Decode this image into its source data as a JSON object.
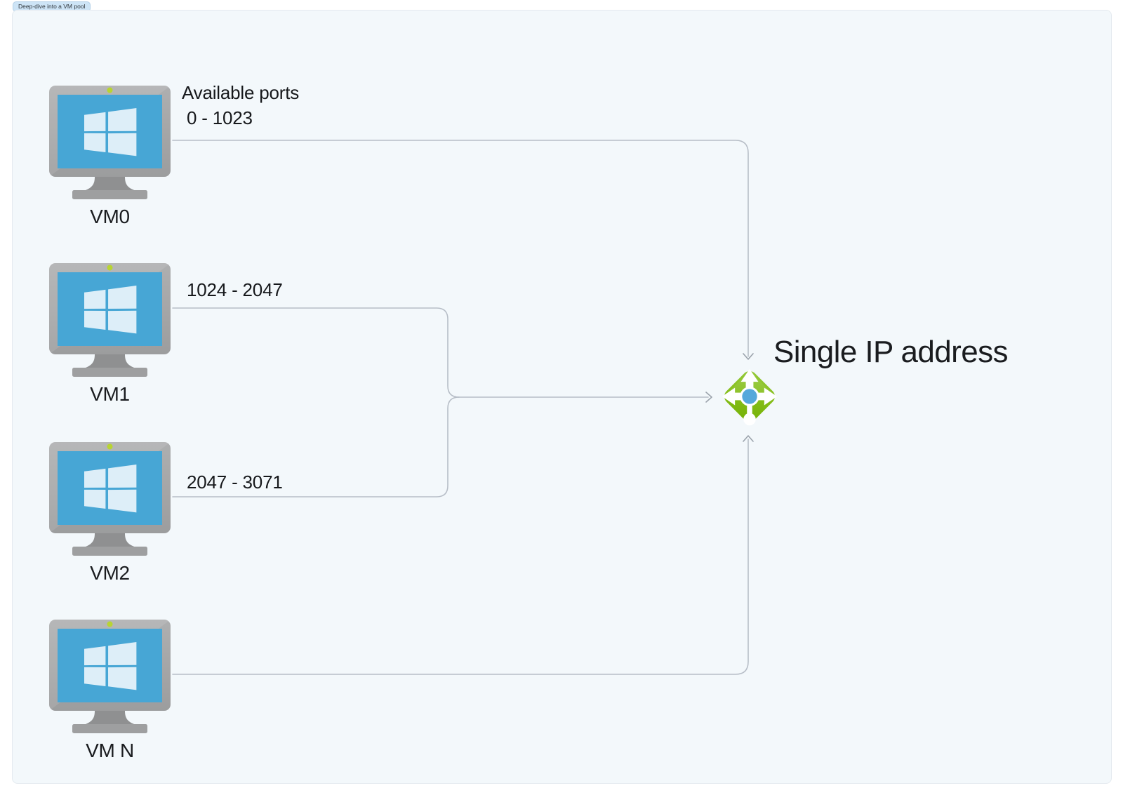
{
  "frame_badge": {
    "label": "Deep-dive into a VM pool"
  },
  "diagram": {
    "available_ports_heading": "Available ports",
    "single_ip_label": "Single IP address",
    "vms": [
      {
        "label": "VM0",
        "ports": "0 - 1023"
      },
      {
        "label": "VM1",
        "ports": "1024 - 2047"
      },
      {
        "label": "VM2",
        "ports": "2047 - 3071"
      },
      {
        "label": "VM N",
        "ports": ""
      }
    ],
    "icons": {
      "vm": "windows-vm-monitor-icon",
      "load_balancer": "azure-load-balancer-icon"
    },
    "colors": {
      "canvas_bg": "#f3f8fb",
      "vm_frame_gray": "#a3a4a5",
      "vm_screen_blue": "#47a6d5",
      "windows_logo": "#ddeef8",
      "status_dot_green": "#b8d432",
      "lb_green": "#7fba00",
      "lb_center_blue": "#56a8db",
      "connector_gray": "#b7bec7",
      "badge_bg": "#cde4f6"
    }
  }
}
